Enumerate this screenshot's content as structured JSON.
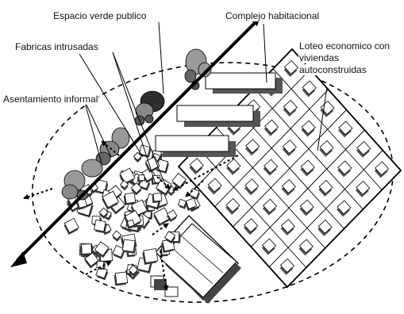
{
  "labels": {
    "espacio_verde": "Espacio verde publico",
    "complejo": "Complejo habitacional",
    "fabricas": "Fabricas intrusadas",
    "loteo_line1": "Loteo economico con",
    "loteo_line2": "viviendas",
    "loteo_line3": "autoconstruidas",
    "asentamiento": "Asentamiento informal"
  },
  "colors": {
    "line": "#000000",
    "tree_light": "#9a9a9a",
    "tree_dark": "#2e2e2e",
    "shadow": "#555555",
    "building": "#ffffff"
  }
}
